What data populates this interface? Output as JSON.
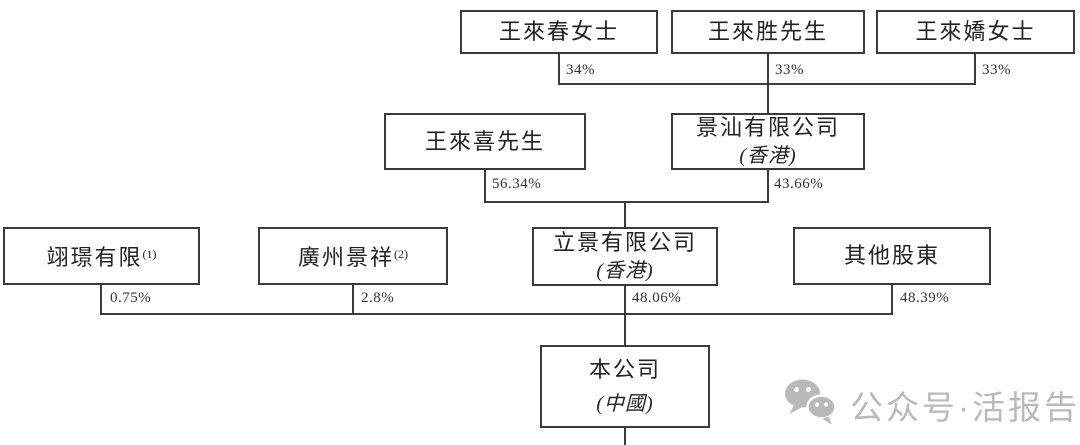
{
  "diagram": {
    "nodes": {
      "wang_lai_chun": {
        "label": "王來春女士"
      },
      "wang_lai_sheng": {
        "label": "王來胜先生"
      },
      "wang_lai_jiao": {
        "label": "王來嬌女士"
      },
      "wang_lai_xi": {
        "label": "王來喜先生"
      },
      "jingshan": {
        "label": "景汕有限公司",
        "sublabel": "(香港)"
      },
      "yijing": {
        "label": "翊璟有限",
        "note": "(1)"
      },
      "guangzhou_jingxiang": {
        "label": "廣州景祥",
        "note": "(2)"
      },
      "lijing": {
        "label": "立景有限公司",
        "sublabel": "(香港)"
      },
      "other_shareholders": {
        "label": "其他股東"
      },
      "company": {
        "label": "本公司",
        "sublabel": "(中國)"
      }
    },
    "ownership": {
      "chun_to_jingshan": "34%",
      "sheng_to_jingshan": "33%",
      "jiao_to_jingshan": "33%",
      "xi_to_lijing": "56.34%",
      "jingshan_to_lijing": "43.66%",
      "yijing_to_company": "0.75%",
      "jingxiang_to_company": "2.8%",
      "lijing_to_company": "48.06%",
      "others_to_company": "48.39%"
    }
  },
  "watermark": {
    "icon": "wechat-icon",
    "text": "公众号·活报告"
  },
  "colors": {
    "line": "#3c3c3c",
    "node_text": "#222222",
    "watermark_gray": "#b9b9b9"
  }
}
